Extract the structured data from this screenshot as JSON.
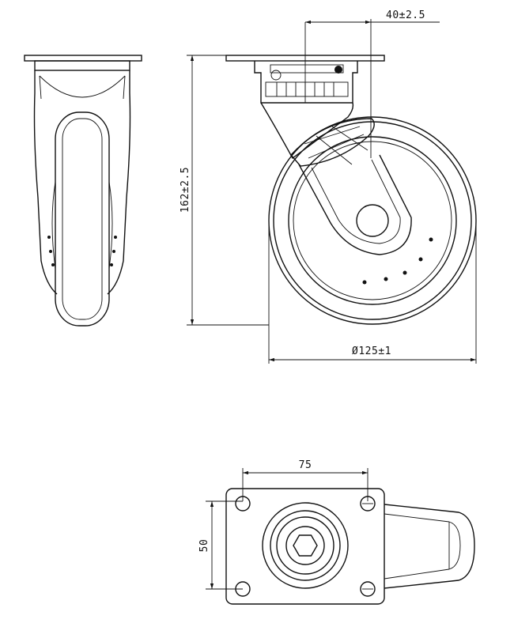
{
  "dimensions": {
    "swivel_offset": "40±2.5",
    "total_height": "162±2.5",
    "wheel_diameter": "Ø125±1",
    "plate_hole_spacing_x": "75",
    "plate_hole_spacing_y": "50"
  },
  "colors": {
    "line": "#111111",
    "background": "#ffffff"
  }
}
